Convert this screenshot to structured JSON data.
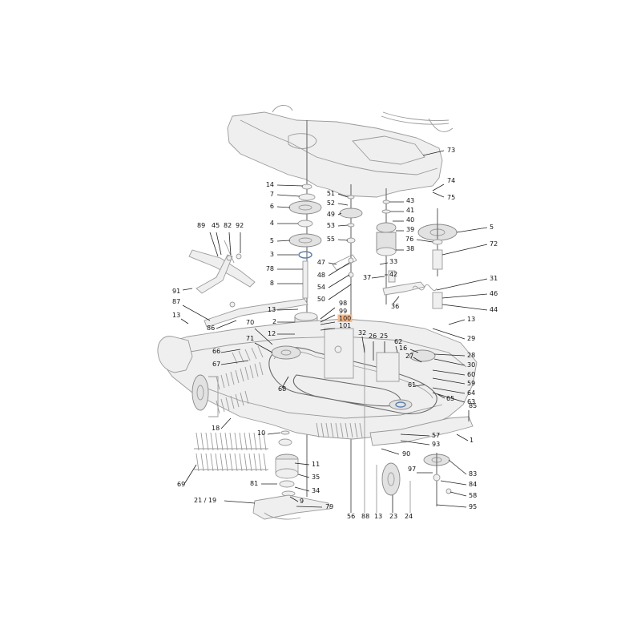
{
  "callouts": [
    {
      "id": "73",
      "label": "73"
    },
    {
      "id": "74",
      "label": "74"
    },
    {
      "id": "75",
      "label": "75"
    },
    {
      "id": "14",
      "label": "14"
    },
    {
      "id": "7",
      "label": "7"
    },
    {
      "id": "6",
      "label": "6"
    },
    {
      "id": "4",
      "label": "4"
    },
    {
      "id": "5a",
      "label": "5"
    },
    {
      "id": "3",
      "label": "3"
    },
    {
      "id": "78",
      "label": "78"
    },
    {
      "id": "8",
      "label": "8"
    },
    {
      "id": "51",
      "label": "51"
    },
    {
      "id": "52",
      "label": "52"
    },
    {
      "id": "49",
      "label": "49"
    },
    {
      "id": "53",
      "label": "53"
    },
    {
      "id": "55",
      "label": "55"
    },
    {
      "id": "47",
      "label": "47"
    },
    {
      "id": "48",
      "label": "48"
    },
    {
      "id": "54",
      "label": "54"
    },
    {
      "id": "50",
      "label": "50"
    },
    {
      "id": "43",
      "label": "43"
    },
    {
      "id": "41",
      "label": "41"
    },
    {
      "id": "40",
      "label": "40"
    },
    {
      "id": "39",
      "label": "39"
    },
    {
      "id": "38",
      "label": "38"
    },
    {
      "id": "33",
      "label": "33"
    },
    {
      "id": "42",
      "label": "42"
    },
    {
      "id": "37",
      "label": "37"
    },
    {
      "id": "5b",
      "label": "5"
    },
    {
      "id": "76",
      "label": "76"
    },
    {
      "id": "72",
      "label": "72"
    },
    {
      "id": "31",
      "label": "31"
    },
    {
      "id": "46",
      "label": "46"
    },
    {
      "id": "36",
      "label": "36"
    },
    {
      "id": "44",
      "label": "44"
    },
    {
      "id": "13a",
      "label": "13"
    },
    {
      "id": "29",
      "label": "29"
    },
    {
      "id": "89",
      "label": "89"
    },
    {
      "id": "45",
      "label": "45"
    },
    {
      "id": "82",
      "label": "82"
    },
    {
      "id": "92",
      "label": "92"
    },
    {
      "id": "91",
      "label": "91"
    },
    {
      "id": "87",
      "label": "87"
    },
    {
      "id": "13b",
      "label": "13"
    },
    {
      "id": "86",
      "label": "86"
    },
    {
      "id": "13c",
      "label": "13"
    },
    {
      "id": "98",
      "label": "98"
    },
    {
      "id": "99",
      "label": "99"
    },
    {
      "id": "100",
      "label": "100"
    },
    {
      "id": "101",
      "label": "101"
    },
    {
      "id": "2",
      "label": "2"
    },
    {
      "id": "12",
      "label": "12"
    },
    {
      "id": "70",
      "label": "70"
    },
    {
      "id": "71",
      "label": "71"
    },
    {
      "id": "66",
      "label": "66"
    },
    {
      "id": "67",
      "label": "67"
    },
    {
      "id": "68",
      "label": "68"
    },
    {
      "id": "32",
      "label": "32"
    },
    {
      "id": "26",
      "label": "26"
    },
    {
      "id": "25",
      "label": "25"
    },
    {
      "id": "62",
      "label": "62"
    },
    {
      "id": "16",
      "label": "16"
    },
    {
      "id": "28",
      "label": "28"
    },
    {
      "id": "30",
      "label": "30"
    },
    {
      "id": "27",
      "label": "27"
    },
    {
      "id": "60",
      "label": "60"
    },
    {
      "id": "59",
      "label": "59"
    },
    {
      "id": "61",
      "label": "61"
    },
    {
      "id": "64",
      "label": "64"
    },
    {
      "id": "65",
      "label": "65"
    },
    {
      "id": "63a",
      "label": "63"
    },
    {
      "id": "85",
      "label": "85"
    },
    {
      "id": "1",
      "label": "1"
    },
    {
      "id": "57",
      "label": "57"
    },
    {
      "id": "93",
      "label": "93"
    },
    {
      "id": "90",
      "label": "90"
    },
    {
      "id": "18",
      "label": "18"
    },
    {
      "id": "10",
      "label": "10"
    },
    {
      "id": "11",
      "label": "11"
    },
    {
      "id": "35",
      "label": "35"
    },
    {
      "id": "81",
      "label": "81"
    },
    {
      "id": "34",
      "label": "34"
    },
    {
      "id": "9",
      "label": "9"
    },
    {
      "id": "79",
      "label": "79"
    },
    {
      "id": "2119",
      "label": "21 / 19"
    },
    {
      "id": "69",
      "label": "69"
    },
    {
      "id": "56",
      "label": "56"
    },
    {
      "id": "88",
      "label": "88"
    },
    {
      "id": "13d",
      "label": "13"
    },
    {
      "id": "23",
      "label": "23"
    },
    {
      "id": "24",
      "label": "24"
    },
    {
      "id": "97",
      "label": "97"
    },
    {
      "id": "83",
      "label": "83"
    },
    {
      "id": "84",
      "label": "84"
    },
    {
      "id": "58",
      "label": "58"
    },
    {
      "id": "95",
      "label": "95"
    }
  ],
  "highlight": {
    "callout": "100",
    "color": "#f7b98a"
  }
}
